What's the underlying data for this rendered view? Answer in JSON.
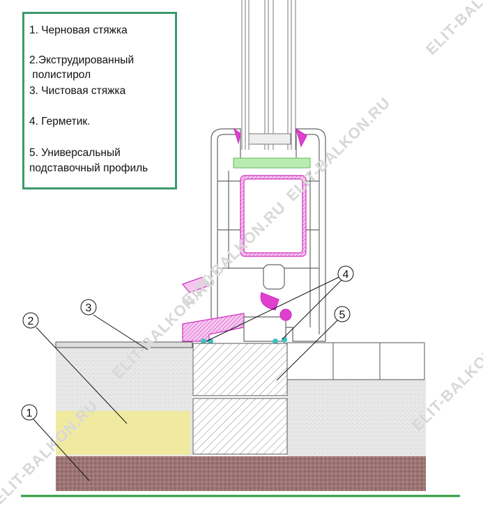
{
  "legend": {
    "items": [
      "1. Черновая стяжка",
      "2.Экструдированный",
      " полистирол",
      "3. Чистовая стяжка",
      "4. Герметик.",
      "5. Универсальный",
      "подставочный профиль"
    ]
  },
  "callouts": [
    "1",
    "2",
    "3",
    "4",
    "5"
  ],
  "watermark": "ELIT-BALKON.RU",
  "colors": {
    "legend_border": "#3a9a6a",
    "polystyrene": "#efeaa0",
    "rough_screed": "#9c7474",
    "screed": "#e6e6e6",
    "seal": "#e040d0",
    "sealant": "#40c0c0",
    "gasket": "#a8e8a0",
    "ground_line": "#2a9a40"
  }
}
